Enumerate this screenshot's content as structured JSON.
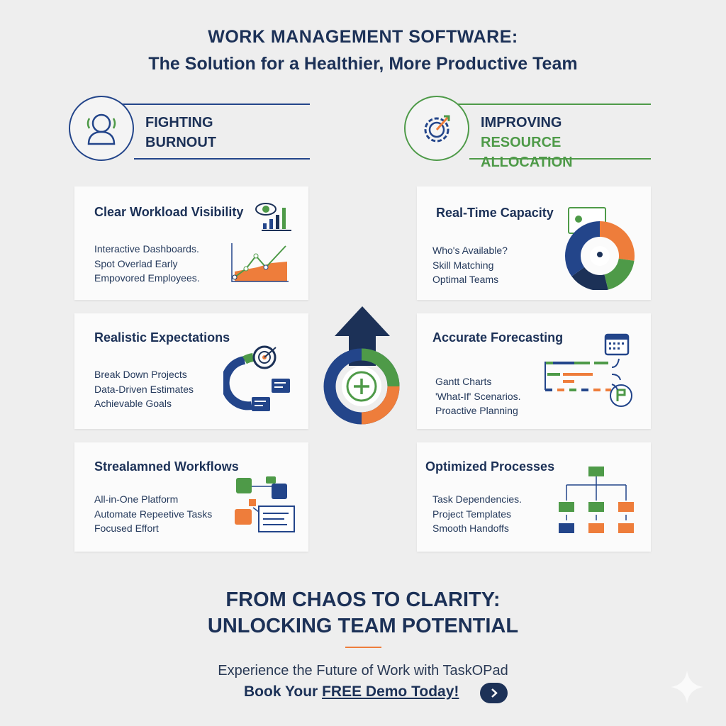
{
  "title": {
    "line1": "WORK MANAGEMENT SOFTWARE:",
    "line2": "The Solution for a Healthier, More Productive Team"
  },
  "columns": [
    {
      "label_line1": "FIGHTING",
      "label_line2": "BURNOUT",
      "icon": "person-icon",
      "color": "#23458a"
    },
    {
      "label_line1": "IMPROVING",
      "label_line2": "RESOURCE ALLOCATION",
      "icon": "gear-icon",
      "color": "#4e9a48"
    }
  ],
  "cards_left": [
    {
      "title": "Clear Workload Visibility",
      "lines": [
        "Interactive Dashboards.",
        "Spot Overlad Early",
        "Empovored Employees."
      ]
    },
    {
      "title": "Realistic Expectations",
      "lines": [
        "Break Down Projects",
        "Data-Driven Estimates",
        "Achievable Goals"
      ]
    },
    {
      "title": "Strealamned Workflows",
      "lines": [
        "All-in-One Platform",
        "Automate Repeetive Tasks",
        "Focused Effort"
      ]
    }
  ],
  "cards_right": [
    {
      "title": "Real-Time Capacity",
      "lines": [
        "Who's Available?",
        "Skill Matching",
        "Optimal Teams"
      ]
    },
    {
      "title": "Accurate Forecasting",
      "lines": [
        "Gantt Charts",
        "'What-If' Scenarios.",
        "Proactive Planning"
      ]
    },
    {
      "title": "Optimized Processes",
      "lines": [
        "Task Dependencies.",
        "Project Templates",
        "Smooth Handoffs"
      ]
    }
  ],
  "bottom": {
    "line1": "FROM CHAOS TO CLARITY:",
    "line2": "UNLOCKING TEAM POTENTIAL",
    "subtitle": "Experience the Future of Work with TaskOPad",
    "cta_prefix": "Book Your ",
    "cta_link": "FREE Demo Today!"
  },
  "colors": {
    "navy": "#1c3157",
    "blue": "#23458a",
    "green": "#4e9a48",
    "orange": "#ee7d3b",
    "bg": "#eeeeee"
  }
}
